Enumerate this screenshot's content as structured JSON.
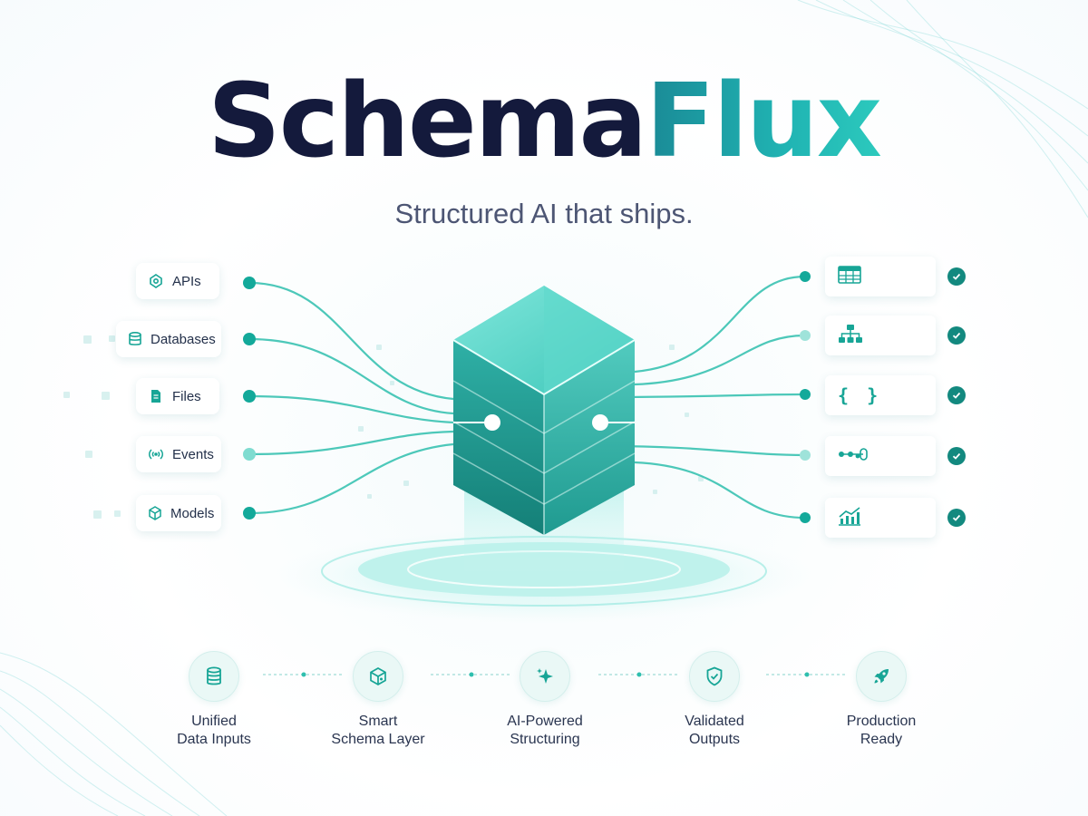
{
  "brand": {
    "name_part1": "Schema",
    "name_part2": "Flux",
    "tagline": "Structured AI that ships.",
    "colors": {
      "navy": "#141a3c",
      "teal": "#20b4b3",
      "dark_teal": "#13897f",
      "muted": "#4d5674"
    }
  },
  "inputs": [
    {
      "label": "APIs",
      "icon": "api-cycle-icon"
    },
    {
      "label": "Databases",
      "icon": "database-icon"
    },
    {
      "label": "Files",
      "icon": "file-icon"
    },
    {
      "label": "Events",
      "icon": "broadcast-icon"
    },
    {
      "label": "Models",
      "icon": "cube-icon"
    }
  ],
  "outputs": [
    {
      "icon": "table-icon",
      "validated": true
    },
    {
      "icon": "hierarchy-icon",
      "validated": true
    },
    {
      "icon": "json-braces-icon",
      "label": "{ }",
      "validated": true
    },
    {
      "icon": "pipeline-icon",
      "validated": true
    },
    {
      "icon": "chart-icon",
      "validated": true
    }
  ],
  "features": [
    {
      "line1": "Unified",
      "line2": "Data Inputs",
      "icon": "database-icon"
    },
    {
      "line1": "Smart",
      "line2": "Schema Layer",
      "icon": "schema-cube-icon"
    },
    {
      "line1": "AI-Powered",
      "line2": "Structuring",
      "icon": "sparkle-icon"
    },
    {
      "line1": "Validated",
      "line2": "Outputs",
      "icon": "shield-check-icon"
    },
    {
      "line1": "Production",
      "line2": "Ready",
      "icon": "rocket-icon"
    }
  ]
}
